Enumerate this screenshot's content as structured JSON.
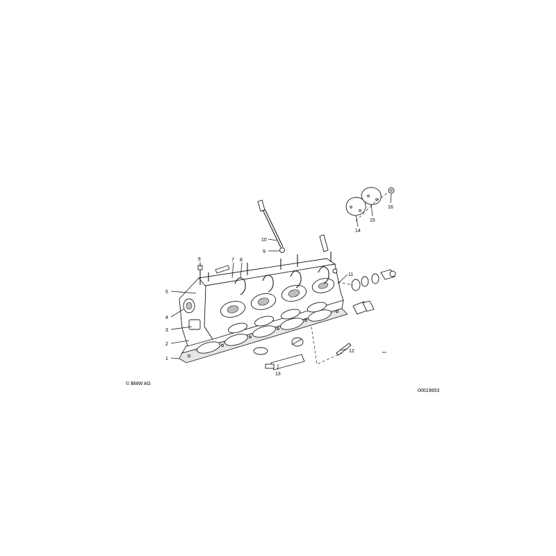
{
  "diagram": {
    "copyright": "© BMW AG",
    "drawing_number": "00019653",
    "callouts": [
      {
        "id": "1",
        "label": "1"
      },
      {
        "id": "2",
        "label": "2"
      },
      {
        "id": "3",
        "label": "3"
      },
      {
        "id": "4",
        "label": "4"
      },
      {
        "id": "5",
        "label": "5"
      },
      {
        "id": "6",
        "label": "6"
      },
      {
        "id": "7",
        "label": "7"
      },
      {
        "id": "8",
        "label": "8"
      },
      {
        "id": "9",
        "label": "9"
      },
      {
        "id": "10",
        "label": "10"
      },
      {
        "id": "11",
        "label": "11"
      },
      {
        "id": "12",
        "label": "12"
      },
      {
        "id": "13",
        "label": "13"
      },
      {
        "id": "14",
        "label": "14"
      },
      {
        "id": "15",
        "label": "15"
      },
      {
        "id": "16",
        "label": "16"
      }
    ]
  }
}
